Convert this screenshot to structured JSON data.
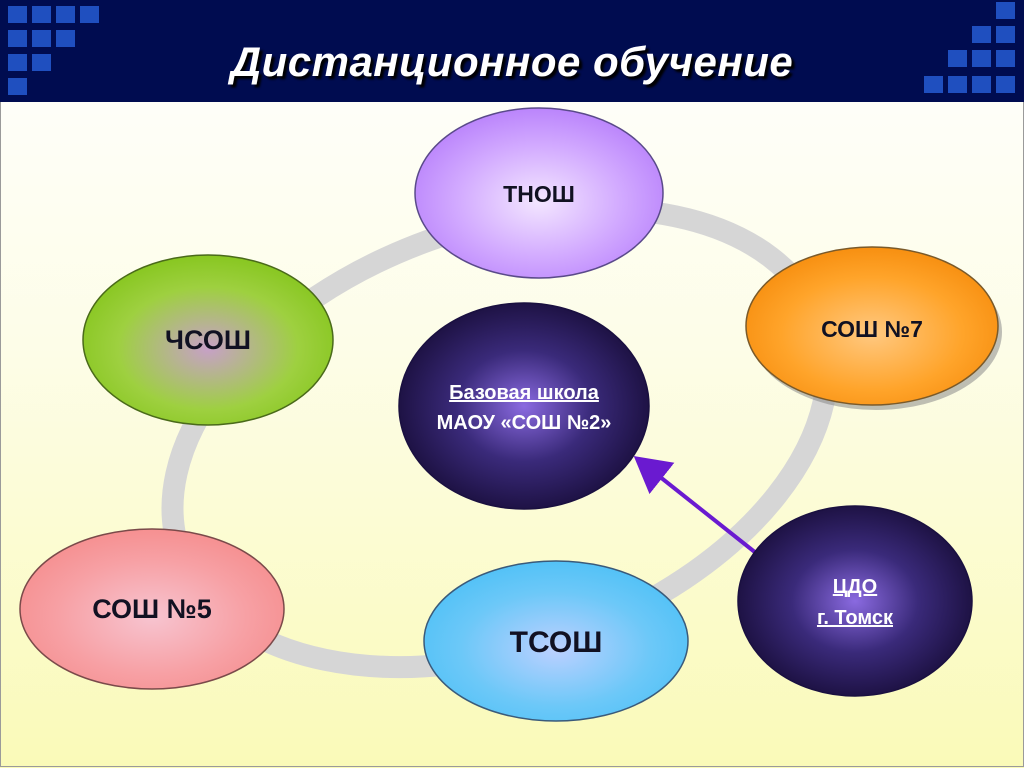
{
  "slide": {
    "title": "Дистанционное обучение"
  },
  "nodes": {
    "tnosh": {
      "label": "ТНОШ",
      "color": "#c090ff"
    },
    "chsosh": {
      "label": "ЧСОШ",
      "color": "#8ccc20"
    },
    "sosh7": {
      "label": "СОШ №7",
      "color": "#ff9a1a"
    },
    "base": {
      "line1": "Базовая школа",
      "line2": "МАОУ «СОШ №2»",
      "color": "#2a1a5e"
    },
    "sosh5": {
      "label": "СОШ №5",
      "color": "#f59a9a"
    },
    "tsosh": {
      "label": "ТСОШ",
      "color": "#5cc8f8"
    },
    "cdo": {
      "line1": "ЦДО",
      "line2": "г. Томск",
      "color": "#2a1a5e"
    }
  },
  "colors": {
    "header_bg": "#000c50",
    "tile": "#1f4fbf",
    "arrow": "#6a1ad0",
    "ring": "#d9d9d9"
  }
}
